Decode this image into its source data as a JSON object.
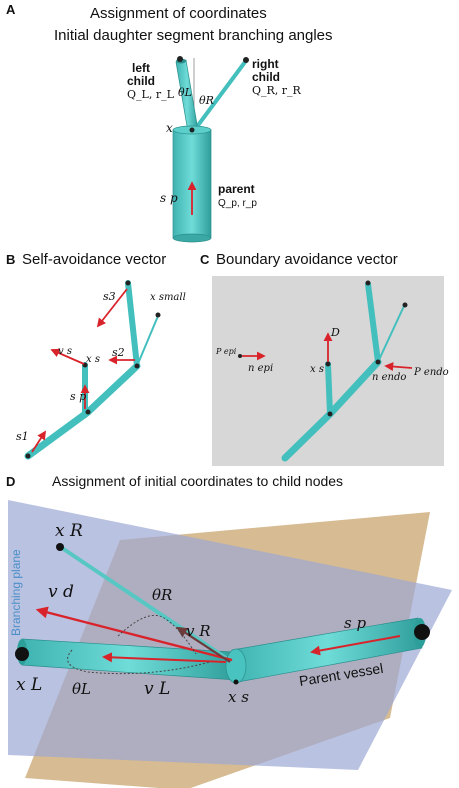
{
  "panel_a": {
    "letter": "A",
    "title": "Assignment of coordinates",
    "subtitle": "Initial daughter segment branching angles",
    "left_child_line1": "left",
    "left_child_line2": "child",
    "left_child_params": "Q_L, r_L",
    "right_child_line1": "right",
    "right_child_line2": "child",
    "right_child_params": "Q_R, r_R",
    "theta_l": "θL",
    "theta_r": "θR",
    "x_label": "x",
    "s_p_label": "s p",
    "parent_label": "parent",
    "parent_params": "Q_p, r_p"
  },
  "panel_b": {
    "letter": "B",
    "title": "Self-avoidance vector",
    "s3": "s3",
    "x_small": "x small",
    "v_s": "v s",
    "x_s": "x s",
    "s2": "s2",
    "s_p": "s p",
    "s1": "s1"
  },
  "panel_c": {
    "letter": "C",
    "title": "Boundary avoidance vector",
    "D": "D",
    "p_epi": "P epi",
    "n_epi": "n epi",
    "x_s": "x s",
    "n_endo": "n endo",
    "p_endo": "P endo"
  },
  "panel_d": {
    "letter": "D",
    "title": "Assignment of initial coordinates to child nodes",
    "branching_plane": "Branching plane",
    "x_R": "x R",
    "theta_R": "θR",
    "v_d": "v d",
    "v_R": "v R",
    "s_p": "s p",
    "x_L": "x L",
    "theta_L": "θL",
    "v_L": "v L",
    "x_s": "x s",
    "parent_vessel": "Parent vessel"
  },
  "colors": {
    "vessel": "#43bfbd",
    "vessel_edge": "#2a8f8c",
    "arrow": "#d9232b",
    "plane_blue": "#9da8d4",
    "plane_tan": "#c9a46e",
    "gray_panel": "#d7d7d7"
  }
}
